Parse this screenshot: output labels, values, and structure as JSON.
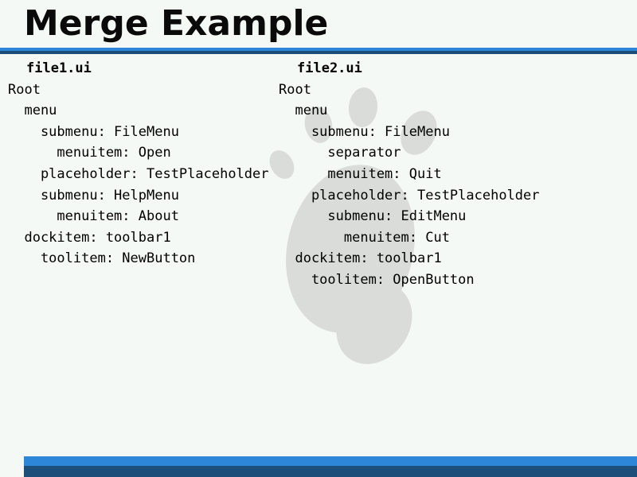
{
  "slide": {
    "title": "Merge Example",
    "background_color": "#f4f9f5",
    "title_rule": {
      "top_color": "#2e86d8",
      "bottom_color": "#1c4d78"
    },
    "footer_bar": {
      "top_color": "#2e86d8",
      "bottom_color": "#1d4e79"
    },
    "watermark": {
      "icon": "gnome-foot-icon",
      "color": "#d9dcd9"
    }
  },
  "columns": [
    {
      "header": "file1.ui",
      "lines": [
        "Root",
        "  menu",
        "    submenu: FileMenu",
        "      menuitem: Open",
        "    placeholder: TestPlaceholder",
        "    submenu: HelpMenu",
        "      menuitem: About",
        "  dockitem: toolbar1",
        "    toolitem: NewButton"
      ]
    },
    {
      "header": "file2.ui",
      "lines": [
        "Root",
        "  menu",
        "    submenu: FileMenu",
        "      separator",
        "      menuitem: Quit",
        "    placeholder: TestPlaceholder",
        "      submenu: EditMenu",
        "        menuitem: Cut",
        "  dockitem: toolbar1",
        "    toolitem: OpenButton"
      ]
    }
  ]
}
